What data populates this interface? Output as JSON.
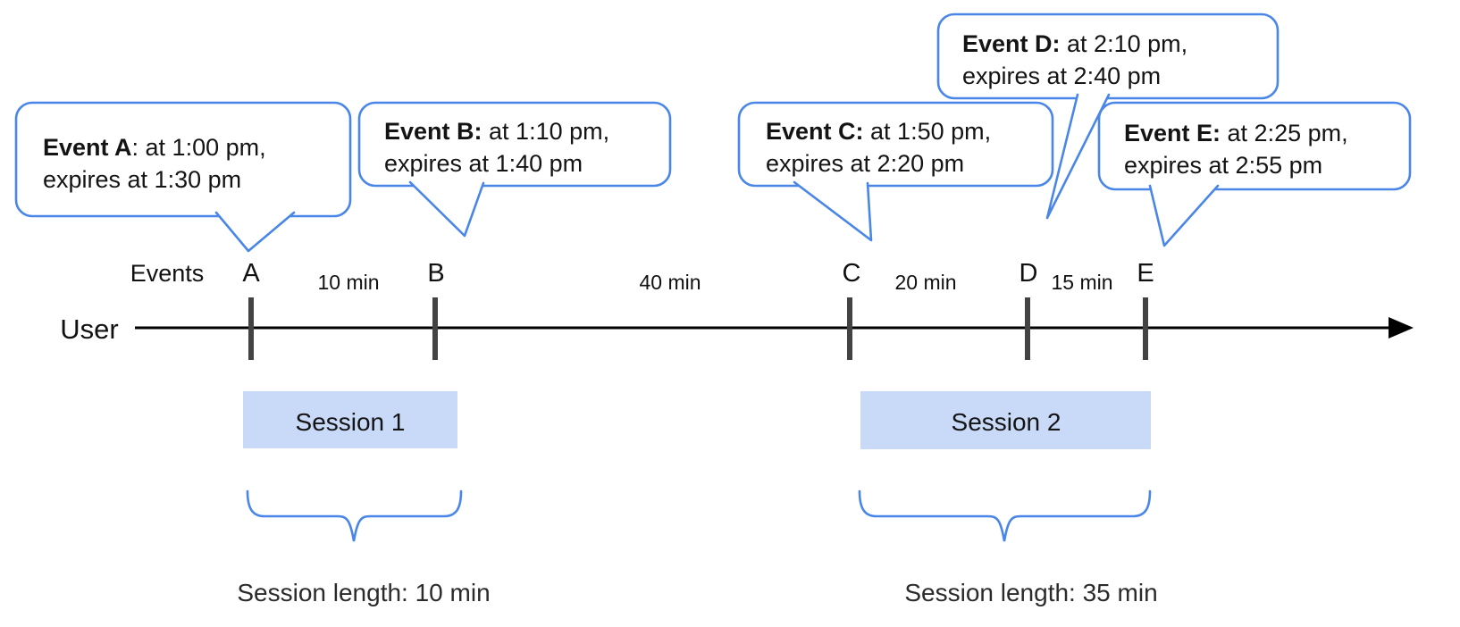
{
  "diagram": {
    "axis": {
      "events_label": "Events",
      "user_label": "User"
    },
    "events": [
      {
        "tick": "A",
        "bubble_bold": "Event A",
        "bubble_rest": ": at 1:00 pm,",
        "bubble_line2": "expires at 1:30 pm"
      },
      {
        "tick": "B",
        "bubble_bold": "Event B:",
        "bubble_rest": " at 1:10 pm,",
        "bubble_line2": "expires at 1:40 pm"
      },
      {
        "tick": "C",
        "bubble_bold": "Event C:",
        "bubble_rest": " at 1:50 pm,",
        "bubble_line2": "expires at 2:20 pm"
      },
      {
        "tick": "D",
        "bubble_bold": "Event D:",
        "bubble_rest": " at 2:10 pm,",
        "bubble_line2": "expires at 2:40 pm"
      },
      {
        "tick": "E",
        "bubble_bold": "Event E:",
        "bubble_rest": " at 2:25 pm,",
        "bubble_line2": "expires at 2:55 pm"
      }
    ],
    "intervals": [
      {
        "label": "10 min"
      },
      {
        "label": "40 min"
      },
      {
        "label": "20 min"
      },
      {
        "label": "15 min"
      }
    ],
    "sessions": [
      {
        "label": "Session 1",
        "length_label": "Session length: 10 min"
      },
      {
        "label": "Session 2",
        "length_label": "Session length: 35 min"
      }
    ],
    "colors": {
      "bubble_border": "#4a86e8",
      "brace": "#4a86e8",
      "session_fill": "#c9daf8",
      "tick": "#434343",
      "axis": "#000000"
    }
  }
}
